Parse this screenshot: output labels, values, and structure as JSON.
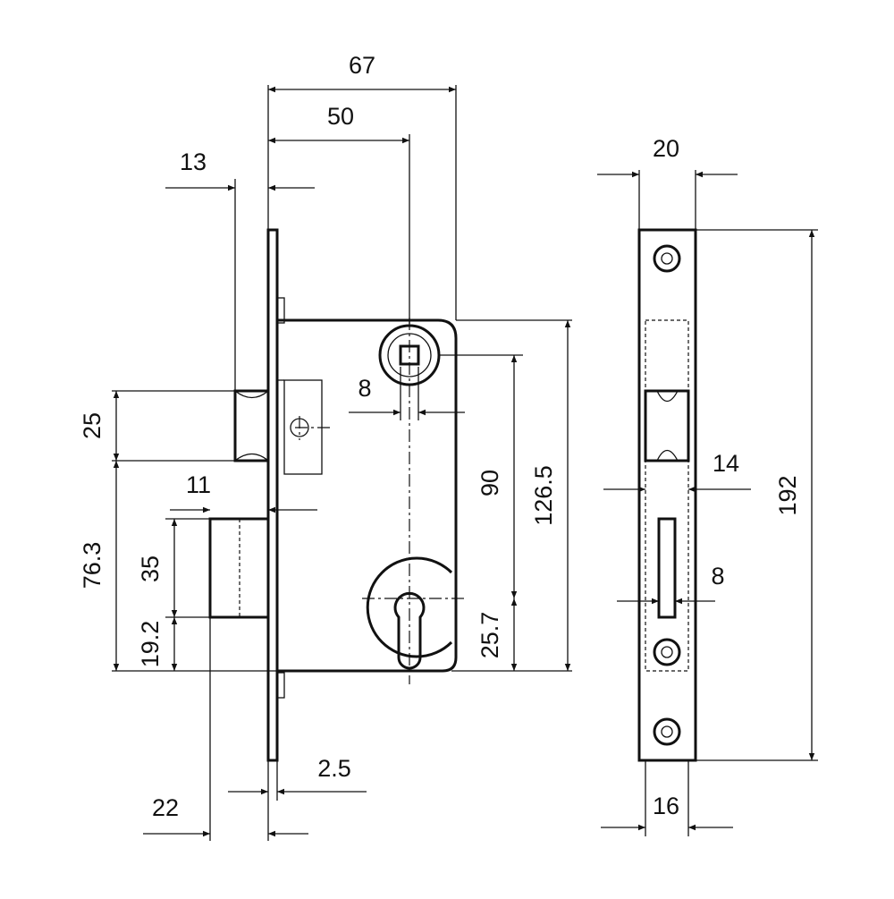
{
  "dimensions": {
    "width_67": "67",
    "depth_50": "50",
    "bolt_13": "13",
    "spindle_8": "8",
    "bolt_25": "25",
    "latch_11": "11",
    "height_76_3": "76.3",
    "latch_35": "35",
    "offset_19_2": "19.2",
    "latch_22": "22",
    "plate_2_5": "2.5",
    "center_90": "90",
    "height_126_5": "126.5",
    "cyl_25_7": "25.7",
    "face_20": "20",
    "face_192": "192",
    "slot_14": "14",
    "slot_8": "8",
    "face_16": "16"
  }
}
